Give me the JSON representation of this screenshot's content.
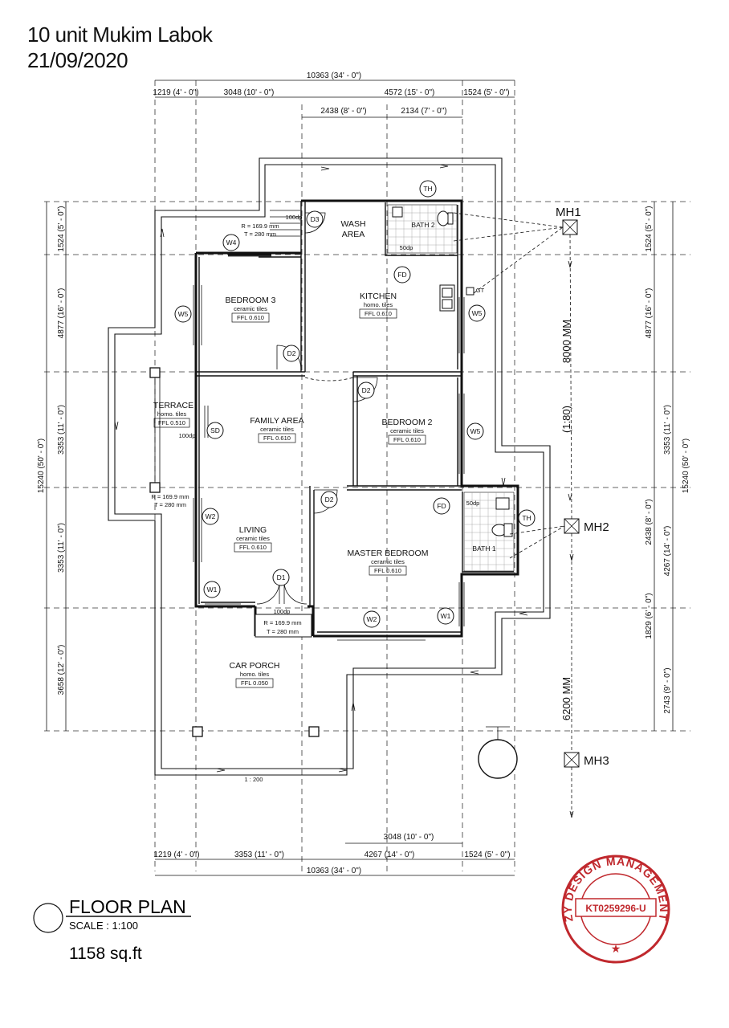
{
  "header": {
    "project_line": "10 unit Mukim Labok",
    "date_line": "21/09/2020"
  },
  "dimensions": {
    "top_total": "10363 (34' - 0\")",
    "top_segments": [
      "1219 (4' - 0\")",
      "3048 (10' - 0\")",
      "4572 (15' - 0\")",
      "1524 (5' - 0\")"
    ],
    "top_inner": [
      "2438 (8' - 0\")",
      "2134 (7' - 0\")"
    ],
    "bottom_segments": [
      "1219 (4' - 0\")",
      "3353 (11' - 0\")",
      "4267 (14' - 0\")",
      "1524 (5' - 0\")"
    ],
    "bottom_inner": "3048 (10' - 0\")",
    "bottom_total": "10363 (34' - 0\")",
    "left_segments": [
      "1524 (5' - 0\")",
      "4877 (16' - 0\")",
      "3353 (11' - 0\")",
      "3353 (11' - 0\")",
      "3658 (12' - 0\")"
    ],
    "left_total": "15240 (50' - 0\")",
    "right_segments": [
      "1524 (5' - 0\")",
      "4877 (16' - 0\")",
      "3353 (11' - 0\")",
      "2438 (8' - 0\")",
      "4267 (14' - 0\")",
      "1829 (6' - 0\")",
      "2743 (9' - 0\")"
    ],
    "right_total": "15240 (50' - 0\")"
  },
  "rooms": [
    {
      "name": "BEDROOM 3",
      "finish": "ceramic tiles",
      "ffl": "FFL 0.610"
    },
    {
      "name": "KITCHEN",
      "finish": "homo. tiles",
      "ffl": "FFL 0.610"
    },
    {
      "name": "WASH",
      "name2": "AREA"
    },
    {
      "name": "BATH 2"
    },
    {
      "name": "TERRACE",
      "finish": "homo. tiles",
      "ffl": "FFL 0.510"
    },
    {
      "name": "FAMILY AREA",
      "finish": "ceramic tiles",
      "ffl": "FFL 0.610"
    },
    {
      "name": "BEDROOM 2",
      "finish": "ceramic tiles",
      "ffl": "FFL 0.610"
    },
    {
      "name": "LIVING",
      "finish": "ceramic tiles",
      "ffl": "FFL 0.610"
    },
    {
      "name": "MASTER BEDROOM",
      "finish": "ceramic tiles",
      "ffl": "FFL 0.610"
    },
    {
      "name": "BATH 1"
    },
    {
      "name": "CAR PORCH",
      "finish": "homo. tiles",
      "ffl": "FFL 0.050"
    }
  ],
  "tags": {
    "doors": [
      "D1",
      "D2",
      "D2",
      "D2",
      "D3"
    ],
    "windows": [
      "W1",
      "W1",
      "W2",
      "W2",
      "W4",
      "W5",
      "W5",
      "W5"
    ],
    "fixtures": [
      "TH",
      "TH",
      "FD",
      "FD",
      "SD"
    ]
  },
  "notes": {
    "ramp1_r": "R = 169.9 mm",
    "ramp1_t": "T = 280 mm",
    "ramp2_r": "R = 169.9 mm",
    "ramp2_t": "T = 280 mm",
    "ramp3_r": "R = 169.9 mm",
    "ramp3_t": "T = 280 mm",
    "step_100": "100dp",
    "step_50": "50dp",
    "gt": "GT",
    "drain_scale": "1 : 200"
  },
  "drainage": {
    "manholes": [
      "MH1",
      "MH2",
      "MH3"
    ],
    "run1": "8000 MM",
    "ratio": "(1:80)",
    "run2": "6200 MM"
  },
  "title_block": {
    "title": "FLOOR PLAN",
    "scale": "SCALE : 1:100",
    "area": "1158 sq.ft"
  },
  "stamp": {
    "company": "ZY DESIGN MANAGEMENT",
    "reg_no": "KT0259296-U",
    "color": "#c0282d"
  }
}
